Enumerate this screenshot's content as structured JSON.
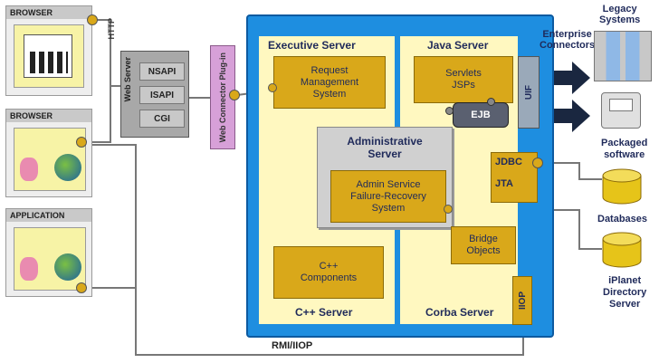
{
  "clients": [
    {
      "title": "BROWSER"
    },
    {
      "title": "BROWSER"
    },
    {
      "title": "APPLICATION"
    }
  ],
  "protocols": {
    "http": "HTTP",
    "rmi": "RMI/IIOP"
  },
  "web_server": {
    "title": "Web Server",
    "items": [
      "NSAPI",
      "ISAPI",
      "CGI"
    ]
  },
  "connector": {
    "label": "Web Connector Plug-in"
  },
  "servers": {
    "executive": {
      "title": "Executive Server",
      "component": "Request\nManagement\nSystem"
    },
    "java": {
      "title": "Java Server",
      "component": "Servlets\nJSPs",
      "uif": "UIF",
      "ejb": "EJB",
      "jdbc": "JDBC",
      "jta": "JTA"
    },
    "admin": {
      "title": "Administrative\nServer",
      "component": "Admin Service\nFailure-Recovery\nSystem"
    },
    "cpp": {
      "title": "C++ Server",
      "component": "C++\nComponents"
    },
    "corba": {
      "title": "Corba Server",
      "component": "Bridge\nObjects",
      "iiop": "IIOP"
    }
  },
  "external": {
    "enterprise_connectors": "Enterprise\nConnectors",
    "legacy": "Legacy\nSystems",
    "packaged": "Packaged\nsoftware",
    "databases": "Databases",
    "iplanet": "iPlanet\nDirectory\nServer"
  },
  "colors": {
    "platform_blue": "#1e8ee0",
    "component_gold": "#d9a81a",
    "quadrant_cream": "#fff8c0",
    "connector_pink": "#d7a0d8"
  }
}
